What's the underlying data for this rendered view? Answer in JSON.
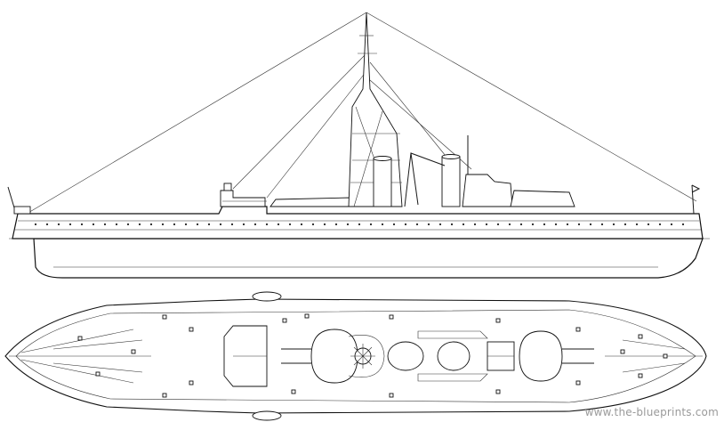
{
  "watermark": {
    "text": "www.the-blueprints.com"
  },
  "views": [
    {
      "id": "side-profile",
      "icon": "battleship-side-profile"
    },
    {
      "id": "top-plan",
      "icon": "battleship-deck-plan"
    }
  ],
  "palette": {
    "ink": "#111111",
    "paper": "#ffffff",
    "watermark": "#9a9a9a"
  }
}
